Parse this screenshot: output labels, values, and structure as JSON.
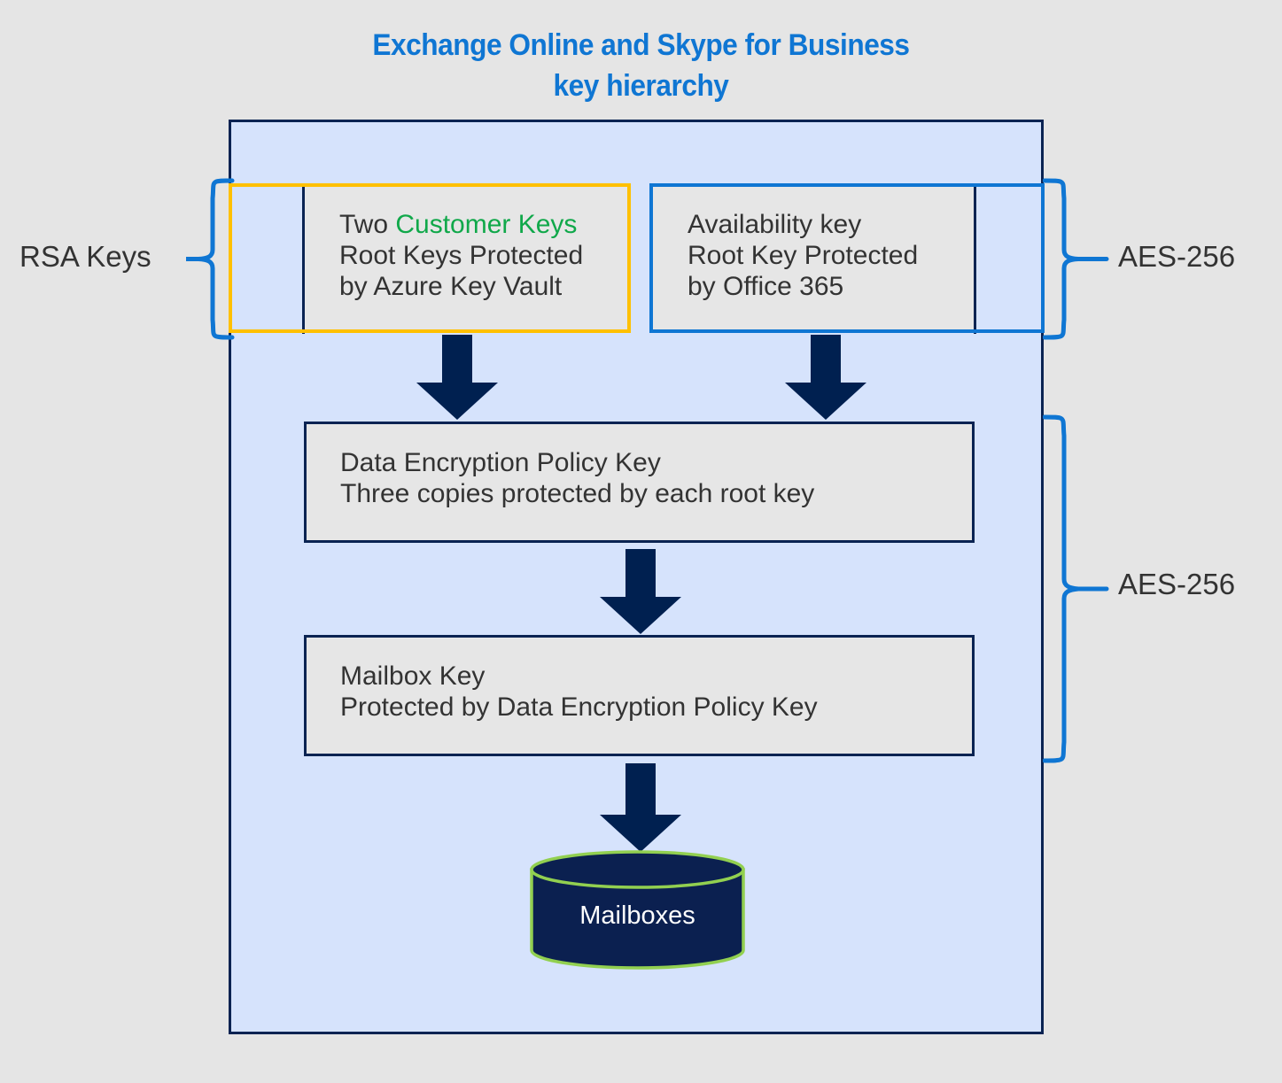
{
  "title": {
    "line1": "Exchange Online and Skype for Business",
    "line2": "key hierarchy",
    "full": "Exchange Online and Skype for Business\nkey hierarchy",
    "color": "#0f76d3"
  },
  "colors": {
    "background": "#e5e5e5",
    "panel_fill": "#d6e3fc",
    "panel_border": "#0a2352",
    "box_fill": "#e6e6e6",
    "box_border": "#0a2352",
    "accent_green": "#10a84a",
    "accent_blue": "#0f76d3",
    "accent_gold": "#ffc000",
    "arrow": "#002050",
    "cylinder_fill": "#0b2050",
    "cylinder_stroke": "#92d050",
    "text": "#333333"
  },
  "boxes": {
    "customer_keys": {
      "line1_prefix": "Two ",
      "line1_highlight": "Customer Keys",
      "line2": "Root Keys Protected",
      "line3": "by Azure Key Vault",
      "outline_color": "#ffc000"
    },
    "availability_key": {
      "line1_highlight": "Availability key",
      "line2": "Root Key Protected",
      "line3": "by Office 365",
      "outline_color": "#0f76d3"
    },
    "data_encryption_policy_key": {
      "line1_highlight": "Data Encryption Policy Key",
      "line2": "Three copies protected by each root key"
    },
    "mailbox_key": {
      "line1_highlight": "Mailbox Key",
      "line2": "Protected by Data Encryption Policy Key"
    },
    "mailboxes": {
      "label": "Mailboxes"
    }
  },
  "braces": {
    "left": {
      "label": "RSA Keys"
    },
    "right_top": {
      "label": "AES-256"
    },
    "right_middle": {
      "label": "AES-256"
    }
  },
  "arrows": [
    {
      "name": "customer-keys-to-dep"
    },
    {
      "name": "availability-key-to-dep"
    },
    {
      "name": "dep-to-mailbox-key"
    },
    {
      "name": "mailbox-key-to-mailboxes"
    }
  ]
}
